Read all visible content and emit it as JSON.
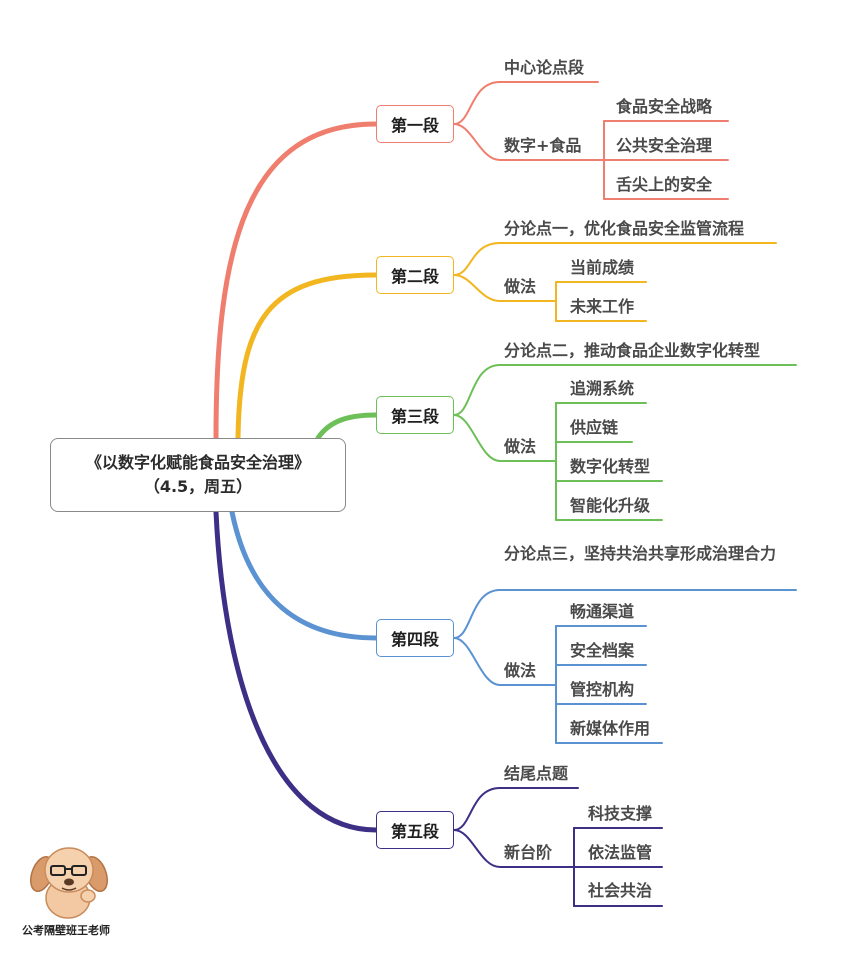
{
  "root": {
    "line1": "《以数字化赋能食品安全治理》",
    "line2": "（4.5，周五）"
  },
  "sections": [
    {
      "label": "第一段",
      "color": "#f07e6e",
      "items": [
        {
          "label": "中心论点段"
        },
        {
          "label": "数字+食品",
          "children": [
            "食品安全战略",
            "公共安全治理",
            "舌尖上的安全"
          ]
        }
      ]
    },
    {
      "label": "第二段",
      "color": "#f2b720",
      "items": [
        {
          "label": "分论点一，优化食品安全监管流程"
        },
        {
          "label": "做法",
          "children": [
            "当前成绩",
            "未来工作"
          ]
        }
      ]
    },
    {
      "label": "第三段",
      "color": "#6dbf58",
      "items": [
        {
          "label": "分论点二，推动食品企业数字化转型"
        },
        {
          "label": "做法",
          "children": [
            "追溯系统",
            "供应链",
            "数字化转型",
            "智能化升级"
          ]
        }
      ]
    },
    {
      "label": "第四段",
      "color": "#5a92d2",
      "items": [
        {
          "label": "分论点三，坚持共治共享形成治理合力"
        },
        {
          "label": "做法",
          "children": [
            "畅通渠道",
            "安全档案",
            "管控机构",
            "新媒体作用"
          ]
        }
      ]
    },
    {
      "label": "第五段",
      "color": "#3d2e86",
      "items": [
        {
          "label": "结尾点题"
        },
        {
          "label": "新台阶",
          "children": [
            "科技支撑",
            "依法监管",
            "社会共治"
          ]
        }
      ]
    }
  ],
  "watermark": "公考隔壁班王老师"
}
